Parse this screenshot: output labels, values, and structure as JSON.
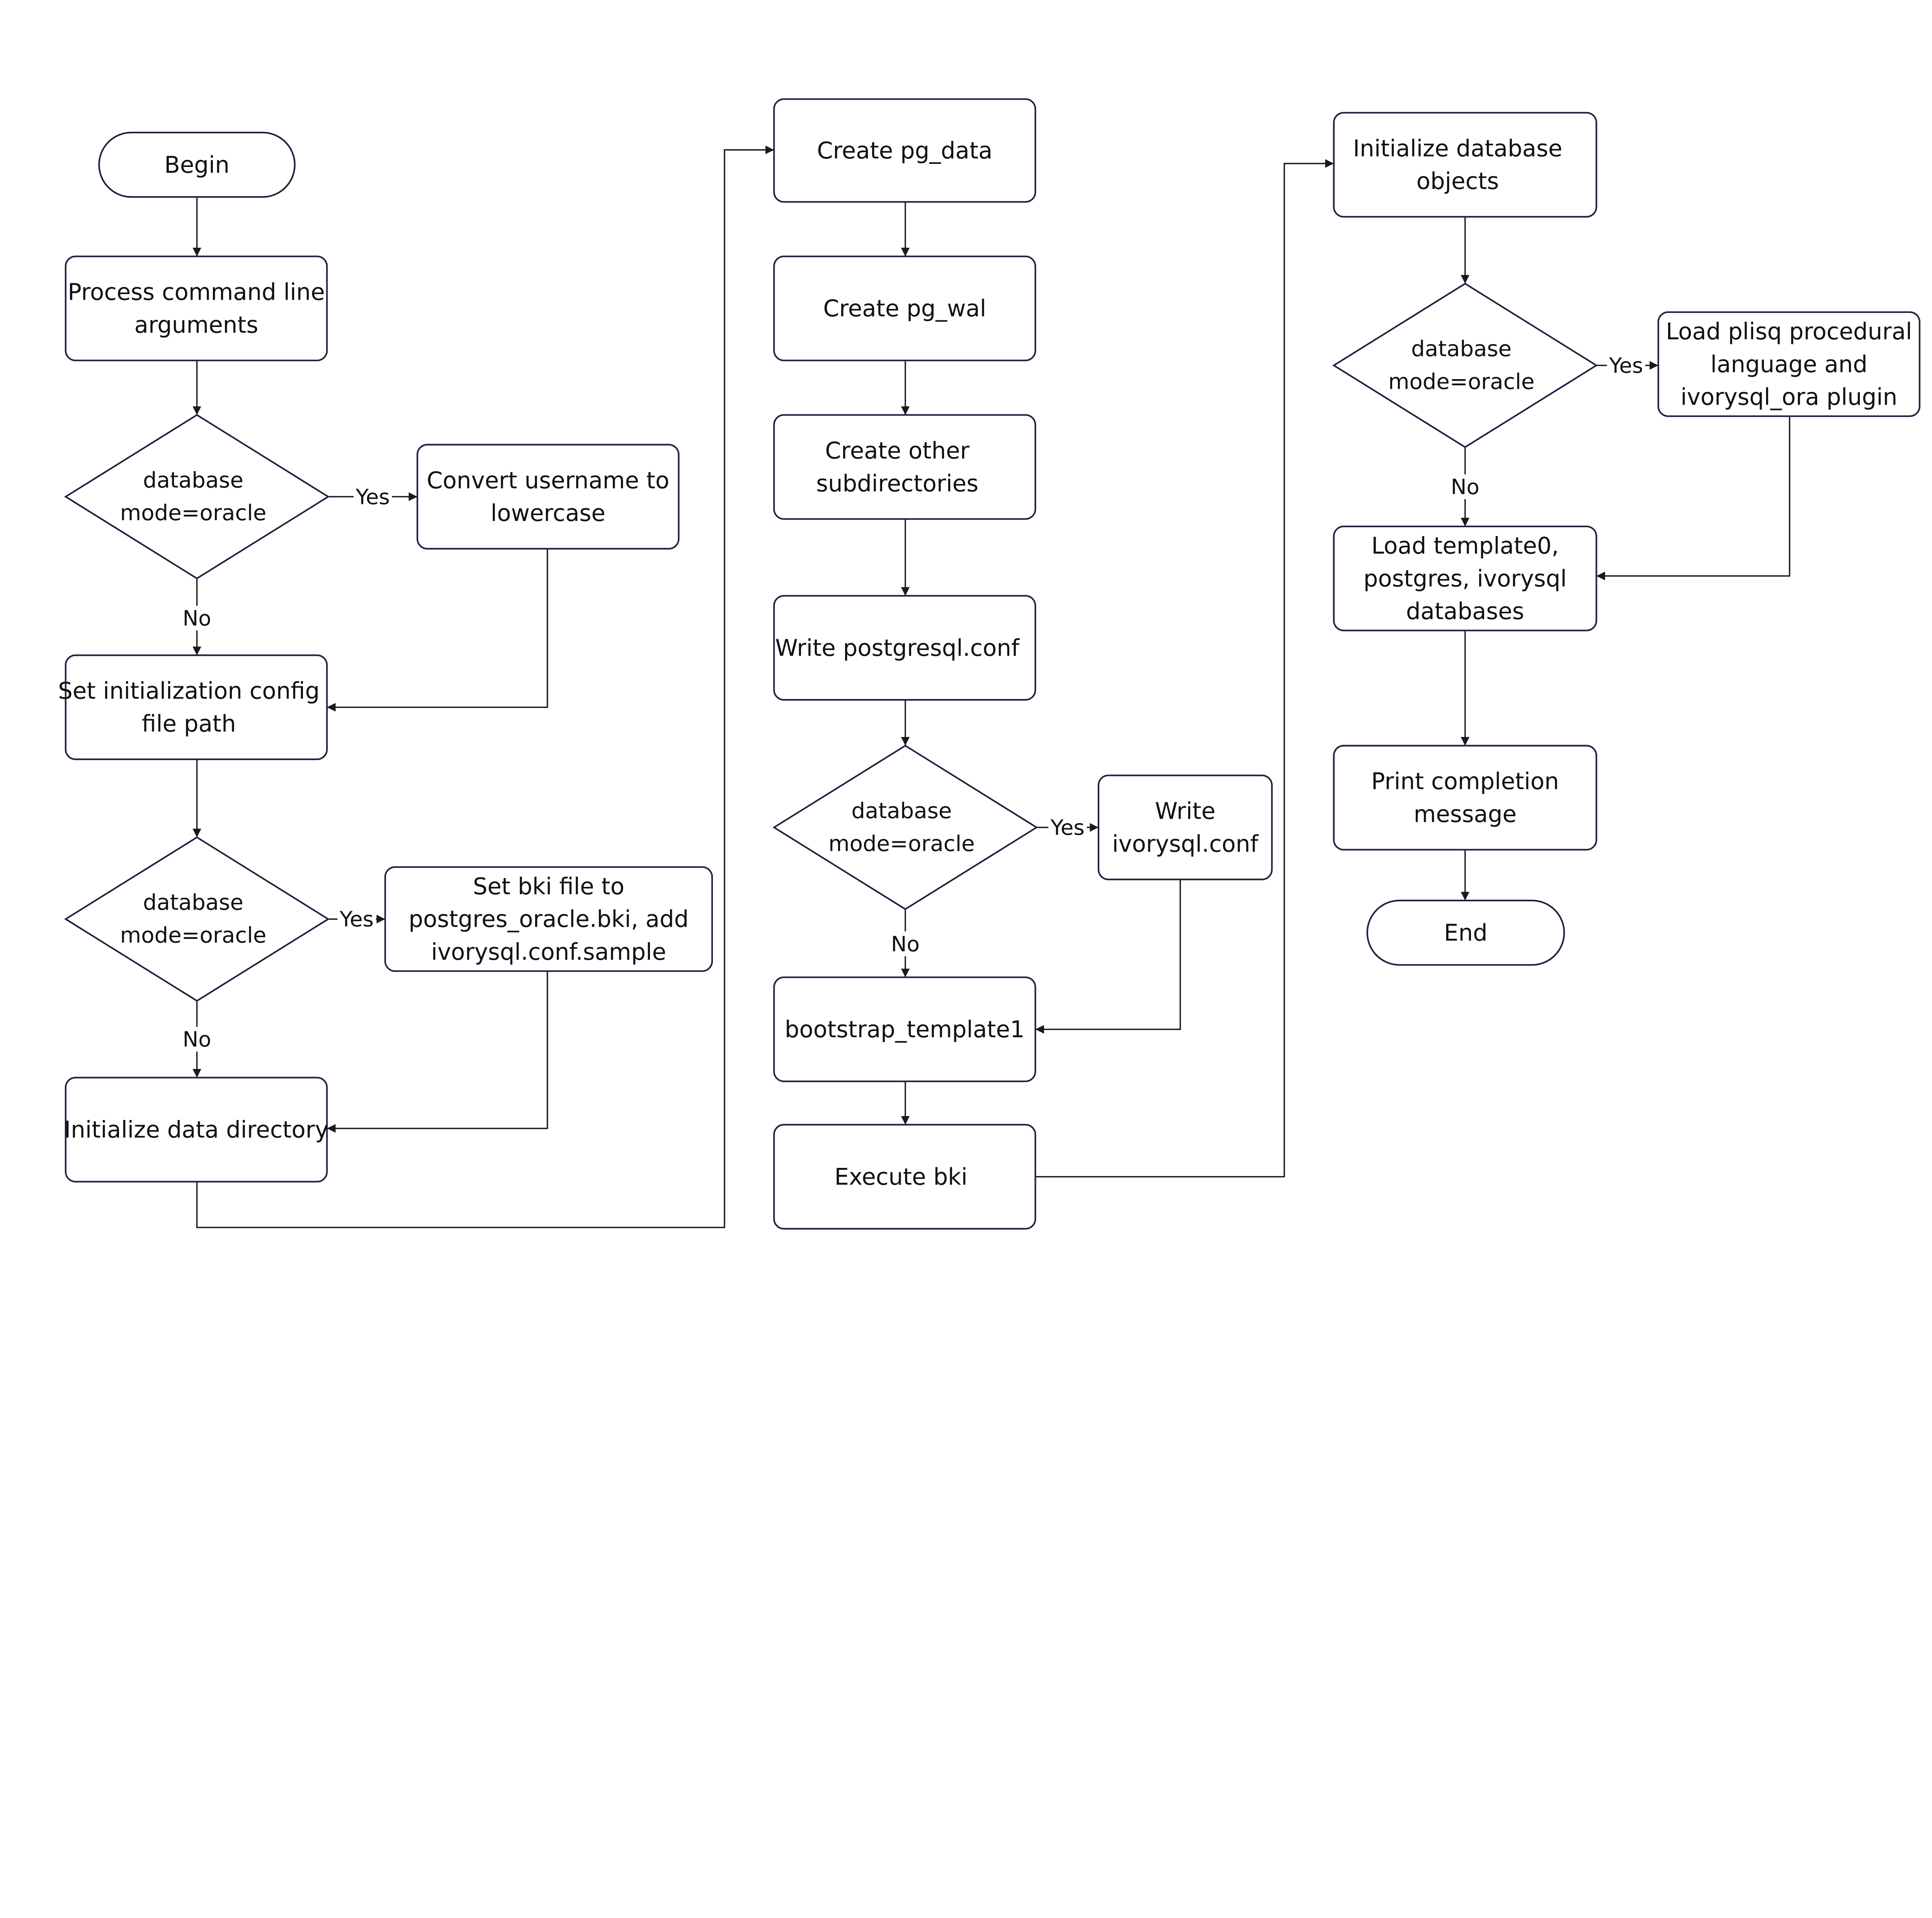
{
  "nodes": {
    "begin": {
      "shape": "terminal",
      "lines": [
        "Begin"
      ]
    },
    "process_args": {
      "shape": "process",
      "lines": [
        "Process command line",
        "arguments"
      ]
    },
    "decision_1": {
      "shape": "decision",
      "lines": [
        "database",
        "mode=oracle"
      ]
    },
    "convert_username": {
      "shape": "process",
      "lines": [
        "Convert username to",
        "lowercase"
      ]
    },
    "set_config_path": {
      "shape": "process",
      "lines": [
        "Set initialization config",
        "file path"
      ]
    },
    "decision_2": {
      "shape": "decision",
      "lines": [
        "database",
        "mode=oracle"
      ]
    },
    "set_bki": {
      "shape": "process",
      "lines": [
        "Set bki file to",
        "postgres_oracle.bki, add",
        "ivorysql.conf.sample"
      ]
    },
    "init_data_dir": {
      "shape": "process",
      "lines": [
        "Initialize data directory"
      ]
    },
    "create_pg_data": {
      "shape": "process",
      "lines": [
        "Create pg_data"
      ]
    },
    "create_pg_wal": {
      "shape": "process",
      "lines": [
        "Create pg_wal"
      ]
    },
    "create_subdirs": {
      "shape": "process",
      "lines": [
        "Create other",
        "subdirectories"
      ]
    },
    "write_postgresql_conf": {
      "shape": "process",
      "lines": [
        "Write postgresql.conf"
      ]
    },
    "decision_3": {
      "shape": "decision",
      "lines": [
        "database",
        "mode=oracle"
      ]
    },
    "write_ivorysql_conf": {
      "shape": "process",
      "lines": [
        "Write",
        "ivorysql.conf"
      ]
    },
    "bootstrap_template1": {
      "shape": "process",
      "lines": [
        "bootstrap_template1"
      ]
    },
    "execute_bki": {
      "shape": "process",
      "lines": [
        "Execute bki"
      ]
    },
    "init_db_objects": {
      "shape": "process",
      "lines": [
        "Initialize database",
        "objects"
      ]
    },
    "decision_4": {
      "shape": "decision",
      "lines": [
        "database",
        "mode=oracle"
      ]
    },
    "load_plisql": {
      "shape": "process",
      "lines": [
        "Load plisq procedural",
        "language and",
        "ivorysql_ora plugin"
      ]
    },
    "load_templates": {
      "shape": "process",
      "lines": [
        "Load template0,",
        "postgres, ivorysql",
        "databases"
      ]
    },
    "print_completion": {
      "shape": "process",
      "lines": [
        "Print completion",
        "message"
      ]
    },
    "end": {
      "shape": "terminal",
      "lines": [
        "End"
      ]
    }
  },
  "edges": [
    {
      "from": "begin",
      "to": "process_args"
    },
    {
      "from": "process_args",
      "to": "decision_1"
    },
    {
      "from": "decision_1",
      "to": "convert_username",
      "label": "Yes"
    },
    {
      "from": "decision_1",
      "to": "set_config_path",
      "label": "No"
    },
    {
      "from": "convert_username",
      "to": "set_config_path"
    },
    {
      "from": "set_config_path",
      "to": "decision_2"
    },
    {
      "from": "decision_2",
      "to": "set_bki",
      "label": "Yes"
    },
    {
      "from": "decision_2",
      "to": "init_data_dir",
      "label": "No"
    },
    {
      "from": "set_bki",
      "to": "init_data_dir"
    },
    {
      "from": "init_data_dir",
      "to": "create_pg_data"
    },
    {
      "from": "create_pg_data",
      "to": "create_pg_wal"
    },
    {
      "from": "create_pg_wal",
      "to": "create_subdirs"
    },
    {
      "from": "create_subdirs",
      "to": "write_postgresql_conf"
    },
    {
      "from": "write_postgresql_conf",
      "to": "decision_3"
    },
    {
      "from": "decision_3",
      "to": "write_ivorysql_conf",
      "label": "Yes"
    },
    {
      "from": "decision_3",
      "to": "bootstrap_template1",
      "label": "No"
    },
    {
      "from": "write_ivorysql_conf",
      "to": "bootstrap_template1"
    },
    {
      "from": "bootstrap_template1",
      "to": "execute_bki"
    },
    {
      "from": "execute_bki",
      "to": "init_db_objects"
    },
    {
      "from": "init_db_objects",
      "to": "decision_4"
    },
    {
      "from": "decision_4",
      "to": "load_plisql",
      "label": "Yes"
    },
    {
      "from": "decision_4",
      "to": "load_templates",
      "label": "No"
    },
    {
      "from": "load_plisql",
      "to": "load_templates"
    },
    {
      "from": "load_templates",
      "to": "print_completion"
    },
    {
      "from": "print_completion",
      "to": "end"
    }
  ],
  "colors": {
    "stroke": "#1c2340",
    "arrow": "#1a1a1a",
    "background": "#ffffff"
  }
}
